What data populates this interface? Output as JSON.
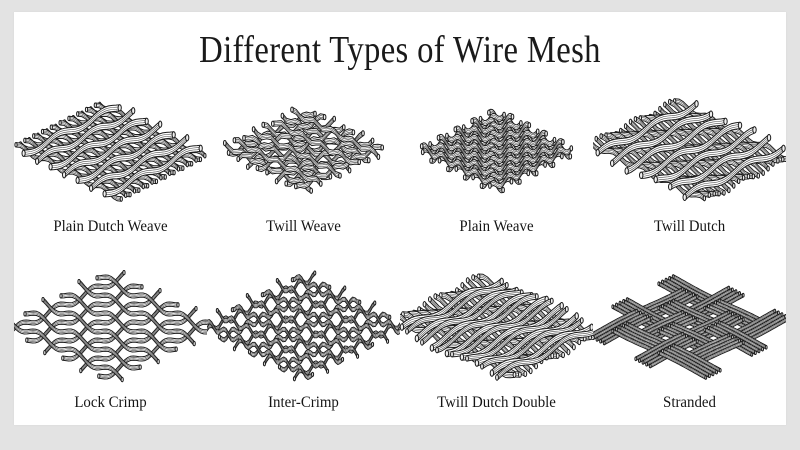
{
  "poster": {
    "title": "Different Types of Wire Mesh",
    "background_color": "#e3e3e3",
    "canvas_color": "#ffffff",
    "text_color": "#151515",
    "line_color": "#1c1c1c"
  },
  "items": [
    {
      "label": "Plain Dutch Weave",
      "figure": "plain-dutch-weave-mesh"
    },
    {
      "label": "Twill Weave",
      "figure": "twill-weave-mesh"
    },
    {
      "label": "Plain Weave",
      "figure": "plain-weave-mesh"
    },
    {
      "label": "Twill Dutch",
      "figure": "twill-dutch-mesh"
    },
    {
      "label": "Lock Crimp",
      "figure": "lock-crimp-mesh"
    },
    {
      "label": "Inter-Crimp",
      "figure": "inter-crimp-mesh"
    },
    {
      "label": "Twill Dutch Double",
      "figure": "twill-dutch-double-mesh"
    },
    {
      "label": "Stranded",
      "figure": "stranded-mesh"
    }
  ]
}
